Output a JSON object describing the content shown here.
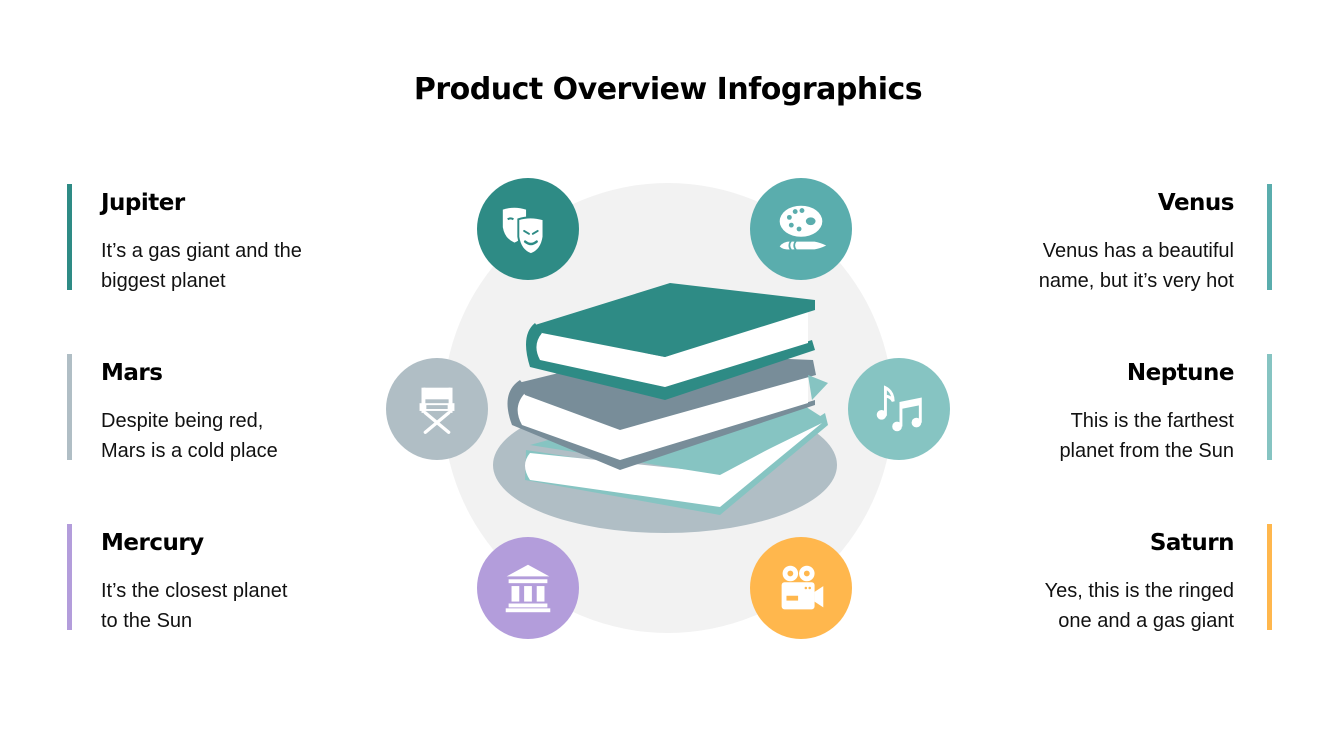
{
  "title": "Product Overview Infographics",
  "colors": {
    "teal_dark": "#2e8b85",
    "teal_mid": "#5aadad",
    "teal_light": "#86c4c2",
    "gray_blue": "#b0bec5",
    "slate": "#788d99",
    "purple": "#b39ddb",
    "orange": "#ffb74d",
    "bg_circle": "#f2f2f2"
  },
  "items": [
    {
      "side": "left",
      "title": "Jupiter",
      "desc_line1": "It’s a gas giant and the",
      "desc_line2": "biggest planet",
      "color": "#2e8b85"
    },
    {
      "side": "left",
      "title": "Mars",
      "desc_line1": "Despite being red,",
      "desc_line2": "Mars is a cold place",
      "color": "#b0bec5"
    },
    {
      "side": "left",
      "title": "Mercury",
      "desc_line1": "It’s the closest planet",
      "desc_line2": "to the Sun",
      "color": "#b39ddb"
    },
    {
      "side": "right",
      "title": "Venus",
      "desc_line1": "Venus has a beautiful",
      "desc_line2": "name, but it’s very hot",
      "color": "#5aadad"
    },
    {
      "side": "right",
      "title": "Neptune",
      "desc_line1": "This is the farthest",
      "desc_line2": "planet from the Sun",
      "color": "#86c4c2"
    },
    {
      "side": "right",
      "title": "Saturn",
      "desc_line1": "Yes, this is the ringed",
      "desc_line2": "one and a gas giant",
      "color": "#ffb74d"
    }
  ],
  "icons": [
    {
      "name": "theater-masks-icon",
      "color": "#2e8b85"
    },
    {
      "name": "paint-palette-icon",
      "color": "#5aadad"
    },
    {
      "name": "director-chair-icon",
      "color": "#b0bec5"
    },
    {
      "name": "music-notes-icon",
      "color": "#86c4c2"
    },
    {
      "name": "museum-icon",
      "color": "#b39ddb"
    },
    {
      "name": "video-camera-icon",
      "color": "#ffb74d"
    }
  ],
  "center_graphic": "stack-of-books-illustration"
}
